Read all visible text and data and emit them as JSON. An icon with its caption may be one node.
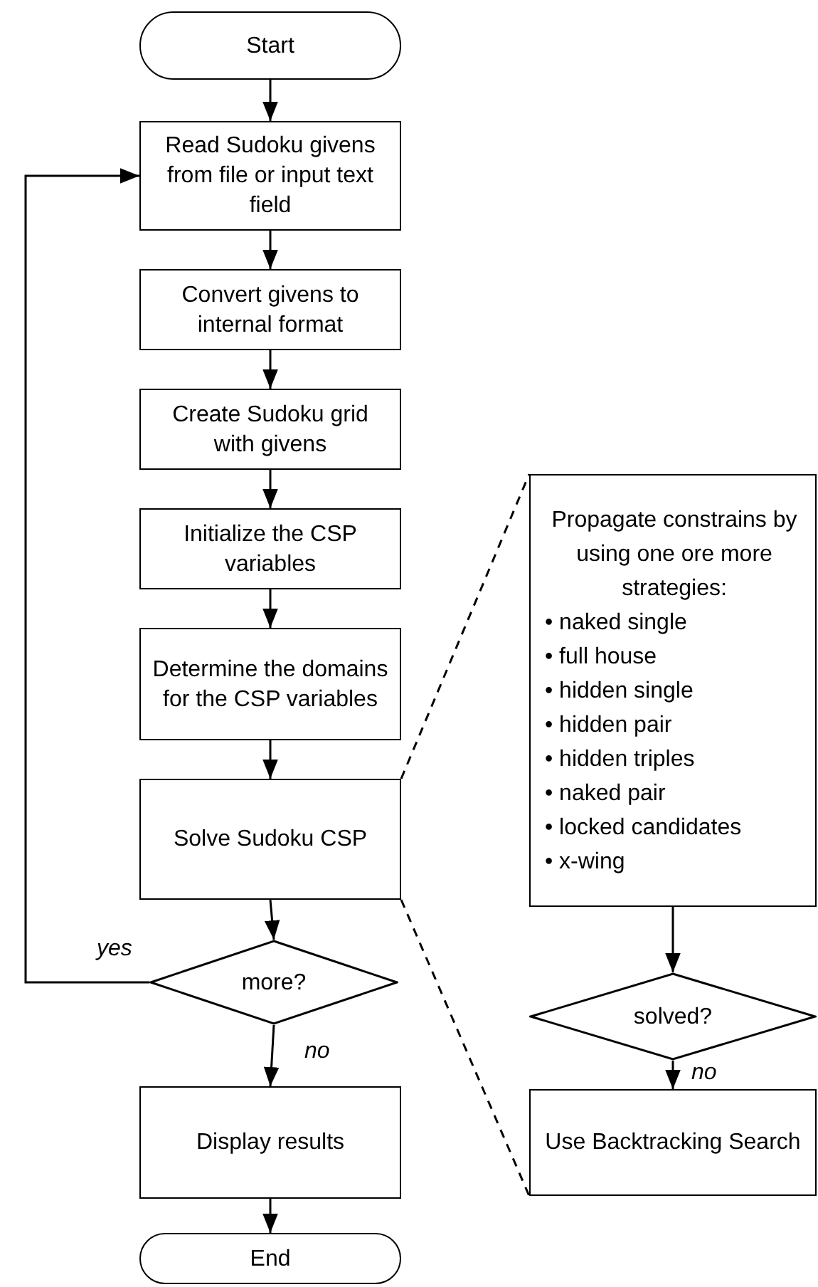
{
  "diagram": {
    "nodes": [
      {
        "text": [
          "Start"
        ]
      },
      {
        "text": [
          "Read Sudoku givens from file or input text field"
        ]
      },
      {
        "text": [
          "Convert givens to internal format"
        ]
      },
      {
        "text": [
          "Create Sudoku grid with givens"
        ]
      },
      {
        "text": [
          "Initialize the CSP variables"
        ]
      },
      {
        "text": [
          "Determine the domains for the CSP variables"
        ]
      },
      {
        "text": [
          "Solve Sudoku CSP"
        ]
      },
      {
        "text": [
          "more?"
        ]
      },
      {
        "text": [
          "Display results"
        ]
      },
      {
        "text": [
          "End"
        ]
      },
      {
        "text": [
          "Propagate constrains by using one ore more strategies:",
          "• naked single",
          "• full house",
          "• hidden single",
          "• hidden pair",
          "• hidden triples",
          "• naked pair",
          "• locked candidates",
          "• x-wing"
        ]
      },
      {
        "text": [
          "solved?"
        ]
      },
      {
        "text": [
          "Use Backtracking Search"
        ]
      }
    ],
    "edges": [
      {
        "from": 0,
        "to": 1,
        "arrow": "to"
      },
      {
        "from": 1,
        "to": 2,
        "arrow": "to"
      },
      {
        "from": 2,
        "to": 3,
        "arrow": "to"
      },
      {
        "from": 3,
        "to": 4,
        "arrow": "to"
      },
      {
        "from": 4,
        "to": 5,
        "arrow": "to"
      },
      {
        "from": 5,
        "to": 6,
        "arrow": "to"
      },
      {
        "from": 6,
        "to": 7,
        "arrow": "to"
      },
      {
        "from": 7,
        "to": 8,
        "arrow": "to",
        "label": "no"
      },
      {
        "from": 8,
        "to": 9,
        "arrow": "to"
      },
      {
        "from": 7,
        "to": 1,
        "arrow": "to",
        "label": "yes"
      },
      {
        "from": 6,
        "to": 10,
        "arrow": "none",
        "style": "dashed"
      },
      {
        "from": 6,
        "to": 12,
        "arrow": "none",
        "style": "dashed"
      },
      {
        "from": 10,
        "to": 11,
        "arrow": "to"
      },
      {
        "from": 11,
        "to": 12,
        "arrow": "to",
        "label": "no"
      }
    ]
  }
}
